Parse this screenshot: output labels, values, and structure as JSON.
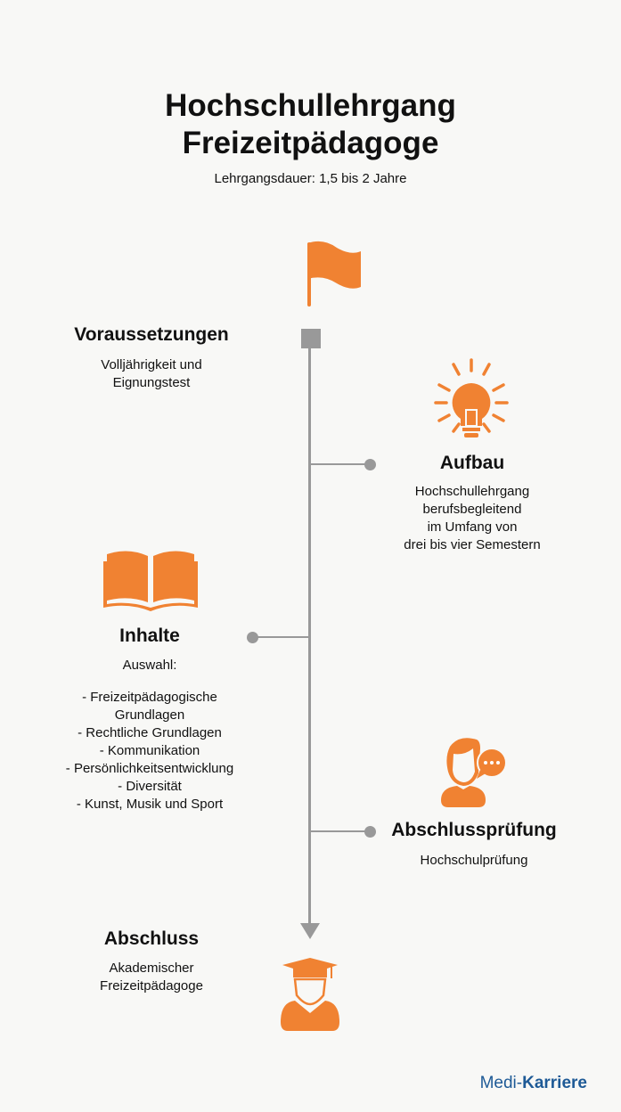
{
  "title": {
    "line1": "Hochschullehrgang",
    "line2": "Freizeitpädagoge",
    "subtitle": "Lehrgangsdauer: 1,5 bis 2 Jahre"
  },
  "steps": [
    {
      "heading": "Voraussetzungen",
      "lines": [
        "Volljährigkeit und",
        "Eignungstest"
      ]
    },
    {
      "heading": "Aufbau",
      "lines": [
        "Hochschullehrgang",
        "berufsbegleitend",
        "im Umfang von",
        "drei bis vier Semestern"
      ]
    },
    {
      "heading": "Inhalte",
      "lines": [
        "Auswahl:",
        "- Freizeitpädagogische",
        "Grundlagen",
        "- Rechtliche Grundlagen",
        "- Kommunikation",
        "- Persönlichkeitsentwicklung",
        "- Diversität",
        "- Kunst, Musik und Sport"
      ]
    },
    {
      "heading": "Abschlussprüfung",
      "lines": [
        "Hochschulprüfung"
      ]
    },
    {
      "heading": "Abschluss",
      "lines": [
        "Akademischer",
        "Freizeitpädagoge"
      ]
    }
  ],
  "logo": {
    "part1": "Medi-",
    "part2": "Karriere"
  },
  "colors": {
    "accent": "#f08232",
    "line": "#999999",
    "logo": "#1e5a96"
  }
}
